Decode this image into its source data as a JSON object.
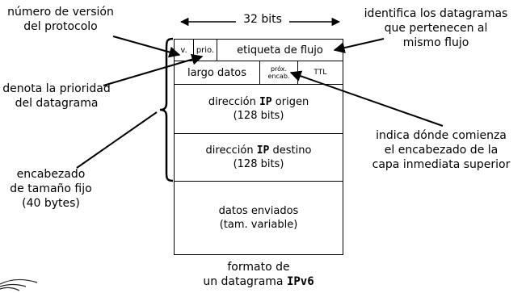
{
  "header": {
    "width_label": "32 bits"
  },
  "fields": {
    "version": "v.",
    "priority": "prio.",
    "flow_label": "etiqueta de flujo",
    "payload_len": "largo datos",
    "next_header_1": "próx.",
    "next_header_2": "encab.",
    "ttl": "TTL",
    "src_1": "dirección",
    "src_ip": "IP",
    "src_2": "origen",
    "src_bits": "(128 bits)",
    "dst_1": "dirección",
    "dst_ip": "IP",
    "dst_2": "destino",
    "dst_bits": "(128 bits)",
    "data_1": "datos enviados",
    "data_2": "(tam. variable)"
  },
  "annotations": {
    "version_1": "número de versión",
    "version_2": "del protocolo",
    "priority_1": "denota la prioridad",
    "priority_2": "del datagrama",
    "header_1": "encabezado",
    "header_2": "de tamaño fijo",
    "header_3": "(40 bytes)",
    "flow_1": "identifica los datagramas",
    "flow_2": "que pertenecen al",
    "flow_3": "mismo flujo",
    "next_1": "indica dónde comienza",
    "next_2": "el encabezado de la",
    "next_3": "capa inmediata superior"
  },
  "caption": {
    "line_1": "formato de",
    "line_2": "un datagrama",
    "ip": "IPv6"
  }
}
